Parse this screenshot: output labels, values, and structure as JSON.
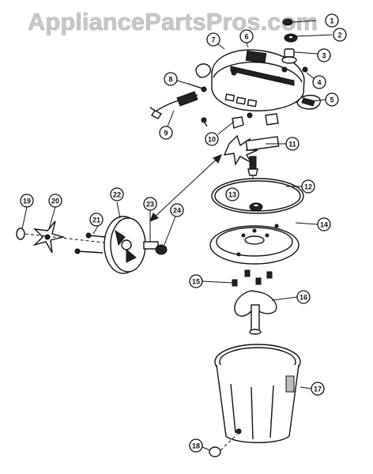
{
  "watermark": {
    "text": "AppliancePartsPros.com",
    "color": "#c8c8c8"
  },
  "diagram": {
    "callouts": [
      "1",
      "2",
      "3",
      "4",
      "5",
      "6",
      "7",
      "8",
      "9",
      "10",
      "11",
      "12",
      "13",
      "14",
      "15",
      "16",
      "17",
      "18",
      "19",
      "20",
      "21",
      "22",
      "23",
      "24"
    ]
  },
  "colors": {
    "line": "#111111",
    "fill": "#ffffff",
    "shade": "#222222"
  }
}
